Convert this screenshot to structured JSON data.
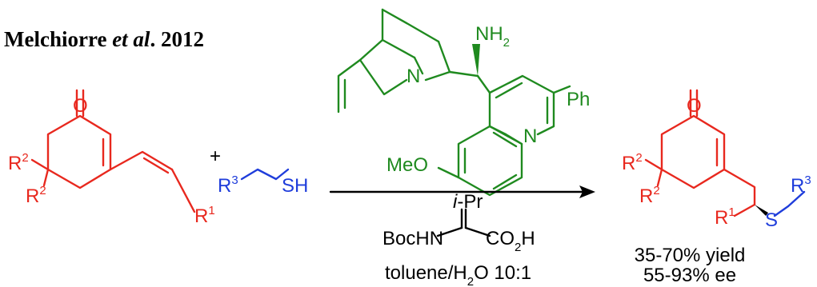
{
  "title": {
    "author": "Melchiorre ",
    "etal": "et al",
    "year": ". 2012"
  },
  "reactant1": {
    "oxygen": "O",
    "r2_top": "R",
    "r2_top_sup": "2",
    "r2_bottom": "R",
    "r2_bottom_sup": "2",
    "r1": "R",
    "r1_sup": "1"
  },
  "plus": "+",
  "reactant2": {
    "r3": "R",
    "r3_sup": "3",
    "sh": "SH"
  },
  "catalyst": {
    "nh2": "NH",
    "nh2_sub": "2",
    "n_quinuclidine": "N",
    "ph": "Ph",
    "n_quinoline": "N",
    "meo": "MeO"
  },
  "cocatalyst": {
    "ipr_prefix": "i",
    "ipr_suffix": "-Pr",
    "bochn": "BocHN",
    "co2h_a": "CO",
    "co2h_sub": "2",
    "co2h_b": "H"
  },
  "solvent": {
    "prefix": "toluene/H",
    "sub": "2",
    "suffix": "O 10:1"
  },
  "product": {
    "oxygen": "O",
    "r2_top": "R",
    "r2_top_sup": "2",
    "r2_bottom": "R",
    "r2_bottom_sup": "2",
    "r1": "R",
    "r1_sup": "1",
    "s": "S",
    "r3": "R",
    "r3_sup": "3"
  },
  "results": {
    "yield": "35-70% yield",
    "ee": "55-93% ee"
  },
  "colors": {
    "substrate": "#e8281e",
    "thiol": "#1f3ddb",
    "catalyst": "#1f8a1f",
    "reagent": "#000000"
  }
}
